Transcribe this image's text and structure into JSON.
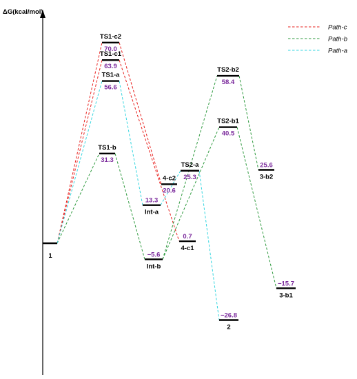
{
  "chart_data": {
    "type": "line",
    "title": "",
    "ylabel": "ΔG(kcal/mol)",
    "xlabel": "",
    "grid": false,
    "legend_position": "top-right",
    "value_color": "#7b2a9c",
    "species": [
      {
        "id": "1",
        "label": "1",
        "value": 0
      },
      {
        "id": "TS1-c2",
        "label": "TS1-c2",
        "value": 70.0,
        "value_text": "70.0"
      },
      {
        "id": "TS1-c1",
        "label": "TS1-c1",
        "value": 63.9,
        "value_text": "63.9"
      },
      {
        "id": "TS1-a",
        "label": "TS1-a",
        "value": 56.6,
        "value_text": "56.6"
      },
      {
        "id": "TS1-b",
        "label": "TS1-b",
        "value": 31.3,
        "value_text": "31.3"
      },
      {
        "id": "Int-a",
        "label": "Int-a",
        "value": 13.3,
        "value_text": "13.3"
      },
      {
        "id": "Int-b",
        "label": "Int-b",
        "value": -5.6,
        "value_text": "−5.6"
      },
      {
        "id": "4-c2",
        "label": "4-c2",
        "value": 20.6,
        "value_text": "20.6"
      },
      {
        "id": "4-c1",
        "label": "4-c1",
        "value": 0.7,
        "value_text": "0.7"
      },
      {
        "id": "TS2-a",
        "label": "TS2-a",
        "value": 25.3,
        "value_text": "25.3"
      },
      {
        "id": "2",
        "label": "2",
        "value": -26.8,
        "value_text": "−26.8"
      },
      {
        "id": "TS2-b2",
        "label": "TS2-b2",
        "value": 58.4,
        "value_text": "58.4"
      },
      {
        "id": "TS2-b1",
        "label": "TS2-b1",
        "value": 40.5,
        "value_text": "40.5"
      },
      {
        "id": "3-b2",
        "label": "3-b2",
        "value": 25.6,
        "value_text": "25.6"
      },
      {
        "id": "3-b1",
        "label": "3-b1",
        "value": -15.7,
        "value_text": "−15.7"
      }
    ],
    "series": [
      {
        "name": "Path-c",
        "color": "#e8211e",
        "links": [
          [
            "1",
            "TS1-c2"
          ],
          [
            "1",
            "TS1-c1"
          ],
          [
            "TS1-c2",
            "4-c2"
          ],
          [
            "TS1-c1",
            "4-c1"
          ]
        ]
      },
      {
        "name": "Path-b",
        "color": "#2e9a3e",
        "links": [
          [
            "1",
            "TS1-b"
          ],
          [
            "TS1-b",
            "Int-b"
          ],
          [
            "Int-b",
            "TS2-b2"
          ],
          [
            "Int-b",
            "TS2-b1"
          ],
          [
            "TS2-b2",
            "3-b2"
          ],
          [
            "TS2-b1",
            "3-b1"
          ]
        ]
      },
      {
        "name": "Path-a",
        "color": "#35d6e0",
        "links": [
          [
            "1",
            "TS1-a"
          ],
          [
            "TS1-a",
            "Int-a"
          ],
          [
            "Int-a",
            "TS2-a"
          ],
          [
            "TS2-a",
            "2"
          ]
        ]
      }
    ]
  }
}
